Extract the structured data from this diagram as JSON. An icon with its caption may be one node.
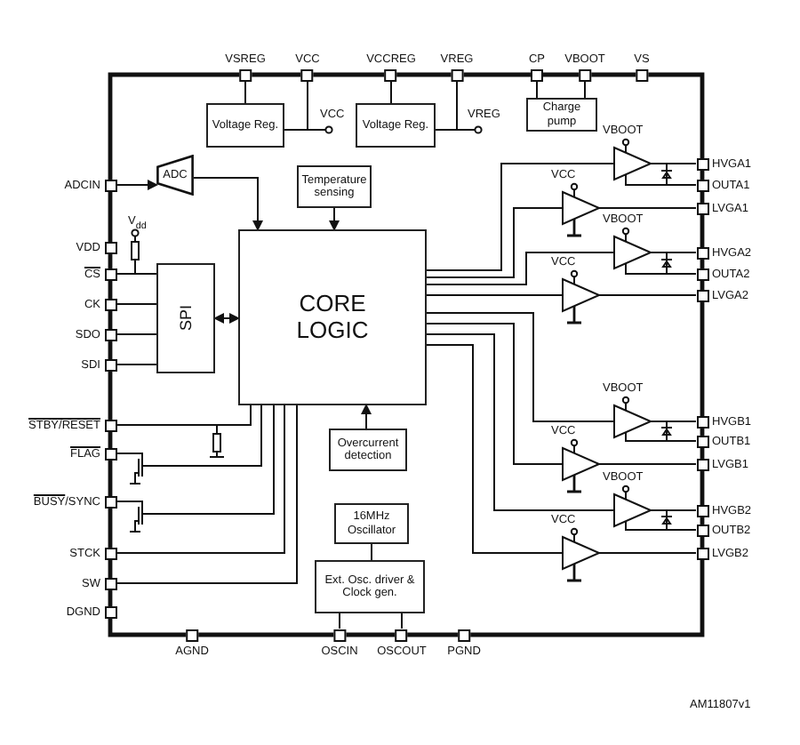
{
  "diagram": {
    "nodes": [
      {
        "text": [
          "Voltage Reg."
        ]
      },
      {
        "text": [
          "Voltage Reg."
        ]
      },
      {
        "text": [
          "Charge pump"
        ]
      },
      {
        "text": [
          "ADC"
        ]
      },
      {
        "text": [
          "Temperature sensing"
        ]
      },
      {
        "text": [
          "CORE LOGIC"
        ]
      },
      {
        "text": [
          "SPI"
        ]
      },
      {
        "text": [
          "Overcurrent detection"
        ]
      },
      {
        "text": [
          "16MHz Oscillator"
        ]
      },
      {
        "text": [
          "Ext. Osc. driver & Clock gen."
        ]
      },
      {
        "text": [
          "VSREG"
        ]
      },
      {
        "text": [
          "VCC"
        ]
      },
      {
        "text": [
          "VCCREG"
        ]
      },
      {
        "text": [
          "VREG"
        ]
      },
      {
        "text": [
          "CP"
        ]
      },
      {
        "text": [
          "VBOOT"
        ]
      },
      {
        "text": [
          "VS"
        ]
      },
      {
        "text": [
          "ADCIN"
        ]
      },
      {
        "text": [
          "VDD"
        ]
      },
      {
        "text": [
          "CS"
        ]
      },
      {
        "text": [
          "CK"
        ]
      },
      {
        "text": [
          "SDO"
        ]
      },
      {
        "text": [
          "SDI"
        ]
      },
      {
        "text": [
          "STBY/RESET"
        ]
      },
      {
        "text": [
          "FLAG"
        ]
      },
      {
        "text": [
          "BUSY/SYNC"
        ]
      },
      {
        "text": [
          "STCK"
        ]
      },
      {
        "text": [
          "SW"
        ]
      },
      {
        "text": [
          "DGND"
        ]
      },
      {
        "text": [
          "AGND"
        ]
      },
      {
        "text": [
          "OSCIN"
        ]
      },
      {
        "text": [
          "OSCOUT"
        ]
      },
      {
        "text": [
          "PGND"
        ]
      },
      {
        "text": [
          "HVGA1"
        ]
      },
      {
        "text": [
          "OUTA1"
        ]
      },
      {
        "text": [
          "LVGA1"
        ]
      },
      {
        "text": [
          "HVGA2"
        ]
      },
      {
        "text": [
          "OUTA2"
        ]
      },
      {
        "text": [
          "LVGA2"
        ]
      },
      {
        "text": [
          "HVGB1"
        ]
      },
      {
        "text": [
          "OUTB1"
        ]
      },
      {
        "text": [
          "LVGB1"
        ]
      },
      {
        "text": [
          "HVGB2"
        ]
      },
      {
        "text": [
          "OUTB2"
        ]
      },
      {
        "text": [
          "LVGB2"
        ]
      },
      {
        "text": [],
        "shape": "triangle",
        "beside": [
          "VBOOT"
        ]
      },
      {
        "text": [],
        "shape": "triangle",
        "beside": [
          "VCC"
        ]
      },
      {
        "text": [],
        "shape": "triangle",
        "beside": [
          "VBOOT"
        ]
      },
      {
        "text": [],
        "shape": "triangle",
        "beside": [
          "VCC"
        ]
      },
      {
        "text": [],
        "shape": "triangle",
        "beside": [
          "VBOOT"
        ]
      },
      {
        "text": [],
        "shape": "triangle",
        "beside": [
          "VCC"
        ]
      },
      {
        "text": [],
        "shape": "triangle",
        "beside": [
          "VBOOT"
        ]
      },
      {
        "text": [],
        "shape": "triangle",
        "beside": [
          "VCC"
        ]
      }
    ],
    "edges": [
      {
        "from": 10,
        "to": 0,
        "arrow": "none"
      },
      {
        "from": 0,
        "to": 11,
        "arrow": "none"
      },
      {
        "from": 12,
        "to": 1,
        "arrow": "none"
      },
      {
        "from": 1,
        "to": 13,
        "arrow": "none"
      },
      {
        "from": 14,
        "to": 2,
        "arrow": "none"
      },
      {
        "from": 15,
        "to": 2,
        "arrow": "none"
      },
      {
        "from": 17,
        "to": 3,
        "arrow": "to"
      },
      {
        "from": 3,
        "to": 5,
        "arrow": "to"
      },
      {
        "from": 4,
        "to": 5,
        "arrow": "to"
      },
      {
        "from": 6,
        "to": 5,
        "arrow": "both"
      },
      {
        "from": 19,
        "to": 6,
        "arrow": "none"
      },
      {
        "from": 20,
        "to": 6,
        "arrow": "none"
      },
      {
        "from": 21,
        "to": 6,
        "arrow": "none"
      },
      {
        "from": 22,
        "to": 6,
        "arrow": "none"
      },
      {
        "from": 23,
        "to": 5,
        "arrow": "none"
      },
      {
        "from": 24,
        "to": 5,
        "arrow": "none"
      },
      {
        "from": 25,
        "to": 5,
        "arrow": "none"
      },
      {
        "from": 26,
        "to": 5,
        "arrow": "none"
      },
      {
        "from": 27,
        "to": 5,
        "arrow": "none"
      },
      {
        "from": 7,
        "to": 5,
        "arrow": "to"
      },
      {
        "from": 8,
        "to": 9,
        "arrow": "none"
      },
      {
        "from": 9,
        "to": 30,
        "arrow": "none"
      },
      {
        "from": 9,
        "to": 31,
        "arrow": "none"
      },
      {
        "from": 5,
        "to": 45,
        "arrow": "none"
      },
      {
        "from": 5,
        "to": 46,
        "arrow": "none"
      },
      {
        "from": 5,
        "to": 47,
        "arrow": "none"
      },
      {
        "from": 5,
        "to": 48,
        "arrow": "none"
      },
      {
        "from": 5,
        "to": 49,
        "arrow": "none"
      },
      {
        "from": 5,
        "to": 50,
        "arrow": "none"
      },
      {
        "from": 5,
        "to": 51,
        "arrow": "none"
      },
      {
        "from": 5,
        "to": 52,
        "arrow": "none"
      },
      {
        "from": 45,
        "to": 33,
        "arrow": "none"
      },
      {
        "from": 45,
        "to": 34,
        "arrow": "none"
      },
      {
        "from": 46,
        "to": 35,
        "arrow": "none"
      },
      {
        "from": 47,
        "to": 36,
        "arrow": "none"
      },
      {
        "from": 47,
        "to": 37,
        "arrow": "none"
      },
      {
        "from": 48,
        "to": 38,
        "arrow": "none"
      },
      {
        "from": 49,
        "to": 39,
        "arrow": "none"
      },
      {
        "from": 49,
        "to": 40,
        "arrow": "none"
      },
      {
        "from": 50,
        "to": 41,
        "arrow": "none"
      },
      {
        "from": 51,
        "to": 42,
        "arrow": "none"
      },
      {
        "from": 51,
        "to": 43,
        "arrow": "none"
      },
      {
        "from": 52,
        "to": 44,
        "arrow": "none"
      }
    ],
    "labels": [
      "VCC",
      "VREG",
      "V$_{dd}$",
      "AM11807v1"
    ]
  }
}
